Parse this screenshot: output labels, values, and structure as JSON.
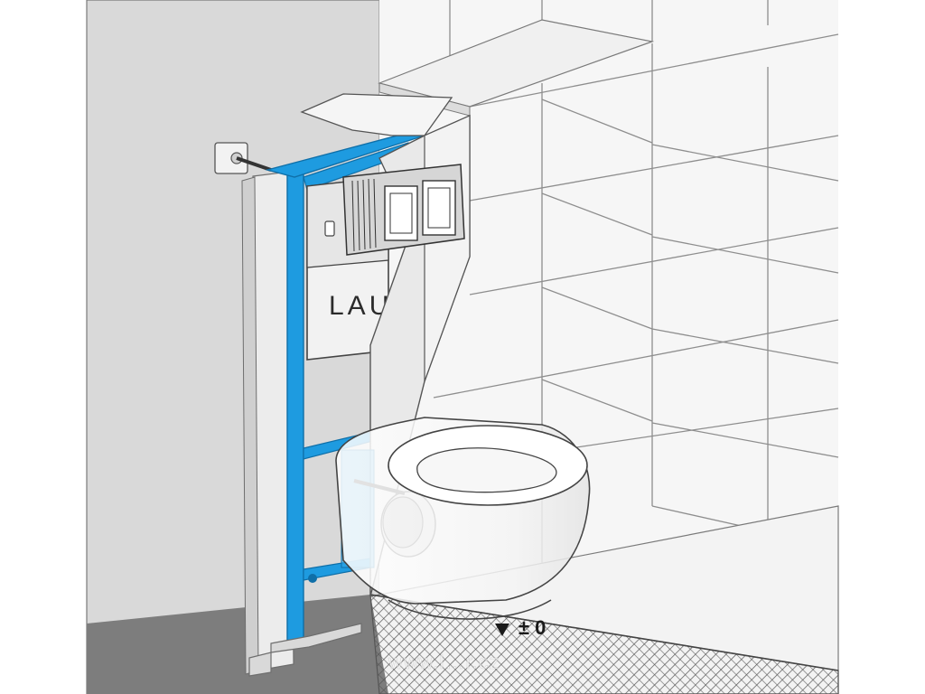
{
  "diagram": {
    "brand_label": "LAUF",
    "level_marker": {
      "symbol": "▼",
      "label": "± 0"
    },
    "watermark": "www.l…r.cz",
    "colors": {
      "frame_blue": "#1e9be0",
      "frame_blue_dark": "#0f6fa8",
      "wall_gray": "#d8d8d8",
      "tile_white": "#f7f7f7",
      "grout": "#8e8e8e",
      "floor_dark": "#7a7a7a",
      "cladding": "#e9e9e9"
    }
  }
}
